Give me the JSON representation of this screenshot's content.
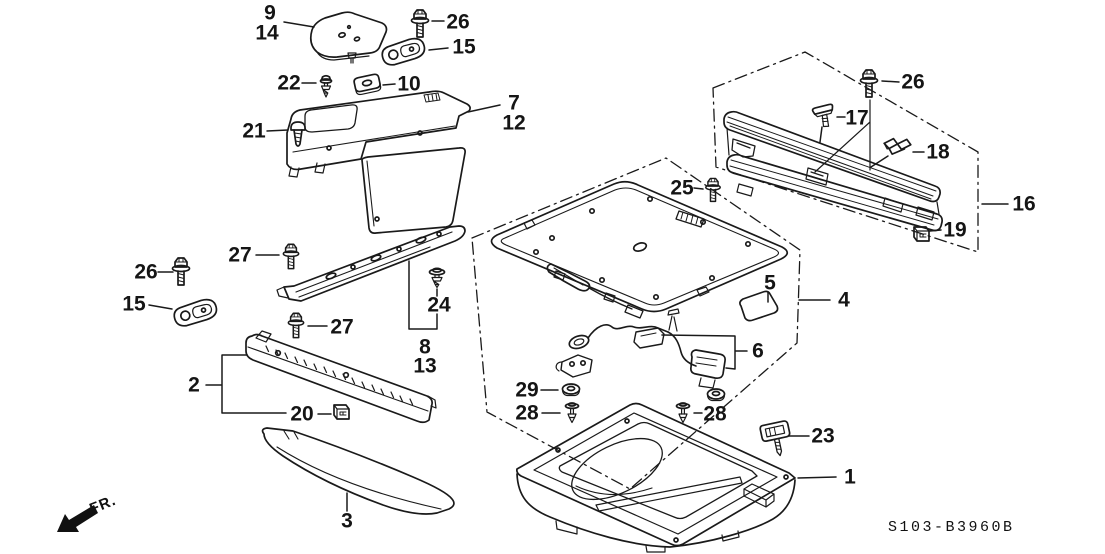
{
  "drawing": {
    "code": "S103-B3960B",
    "front_indicator": "FR."
  },
  "colors": {
    "line": "#1a1a1a",
    "background": "#ffffff"
  },
  "callouts": [
    {
      "label": "9"
    },
    {
      "label": "14"
    },
    {
      "label": "26"
    },
    {
      "label": "15"
    },
    {
      "label": "22"
    },
    {
      "label": "10"
    },
    {
      "label": "7"
    },
    {
      "label": "12"
    },
    {
      "label": "21"
    },
    {
      "label": "27"
    },
    {
      "label": "26"
    },
    {
      "label": "15"
    },
    {
      "label": "24"
    },
    {
      "label": "8"
    },
    {
      "label": "13"
    },
    {
      "label": "27"
    },
    {
      "label": "2"
    },
    {
      "label": "20"
    },
    {
      "label": "3"
    },
    {
      "label": "25"
    },
    {
      "label": "4"
    },
    {
      "label": "5"
    },
    {
      "label": "6"
    },
    {
      "label": "29"
    },
    {
      "label": "28"
    },
    {
      "label": "28"
    },
    {
      "label": "26"
    },
    {
      "label": "17"
    },
    {
      "label": "18"
    },
    {
      "label": "16"
    },
    {
      "label": "19"
    },
    {
      "label": "23"
    },
    {
      "label": "1"
    }
  ]
}
